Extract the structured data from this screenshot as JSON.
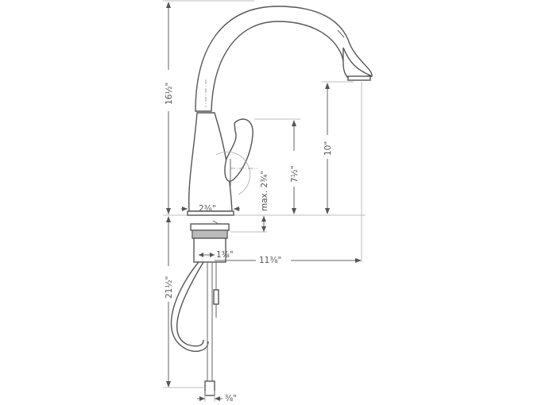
{
  "diagram": {
    "subject": "Pull-down kitchen faucet technical dimension drawing",
    "dimensions": {
      "overall_height": "16½\"",
      "spout_clearance": "10\"",
      "handle_height": "7½\"",
      "max_deck_thickness": "max. 2¾\"",
      "base_diameter": "2⅜\"",
      "shank_diameter": "1⅜\"",
      "spout_reach": "11⅜\"",
      "hose_length_below_deck": "21½\"",
      "connector_size": "⅜\""
    },
    "colors": {
      "line": "#666666",
      "outline": "#555555",
      "background": "#ffffff"
    }
  }
}
